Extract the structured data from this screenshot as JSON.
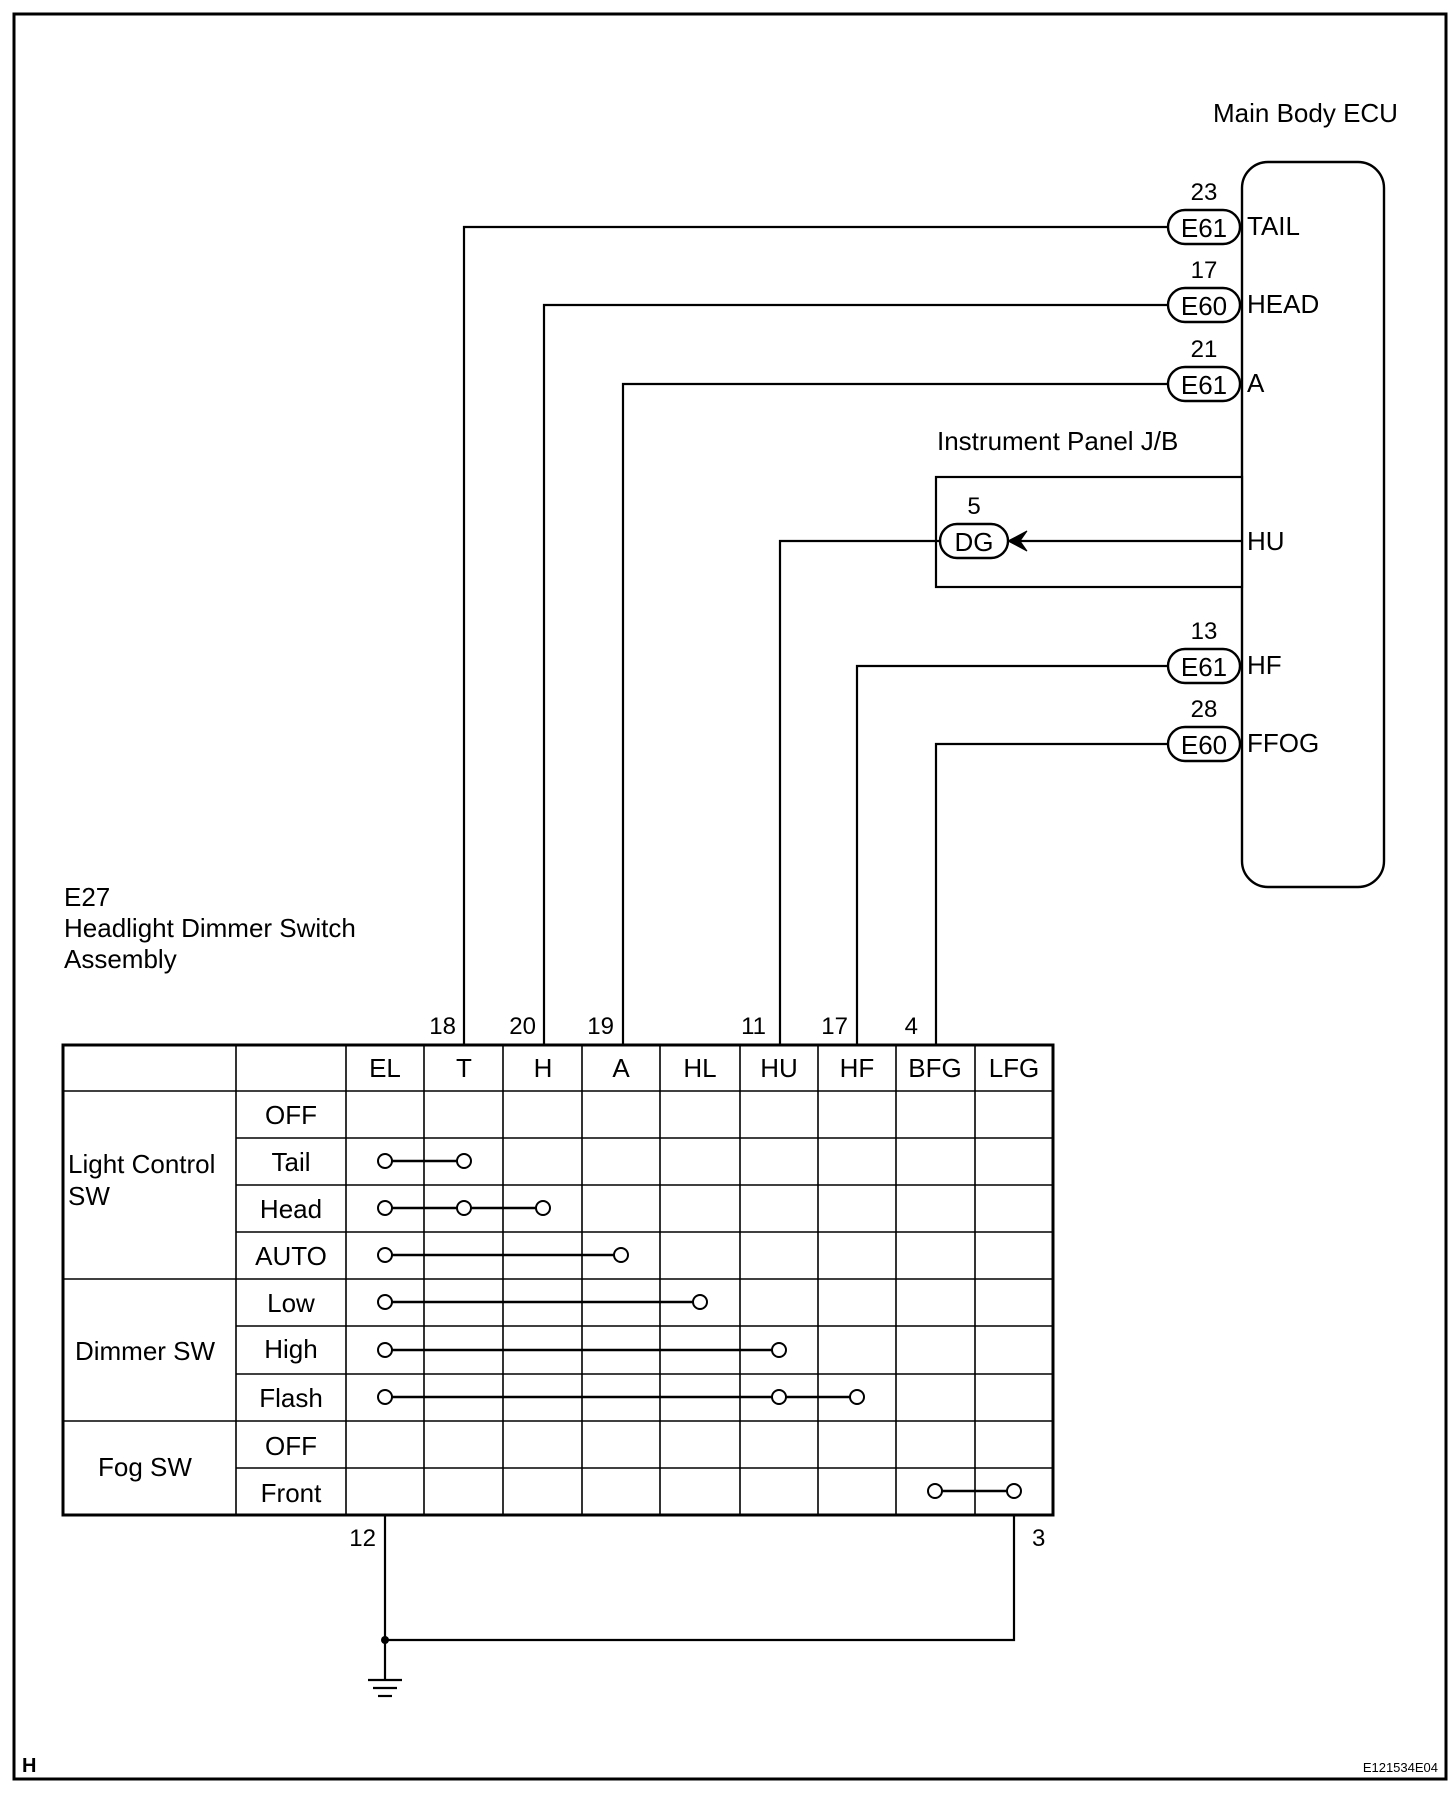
{
  "ecu": {
    "title": "Main Body ECU",
    "pins": [
      {
        "num": "23",
        "conn": "E61",
        "label": "TAIL"
      },
      {
        "num": "17",
        "conn": "E60",
        "label": "HEAD"
      },
      {
        "num": "21",
        "conn": "E61",
        "label": "A"
      },
      {
        "num": "",
        "conn": "",
        "label": "HU"
      },
      {
        "num": "13",
        "conn": "E61",
        "label": "HF"
      },
      {
        "num": "28",
        "conn": "E60",
        "label": "FFOG"
      }
    ]
  },
  "jb": {
    "title": "Instrument Panel J/B",
    "pin_num": "5",
    "conn": "DG"
  },
  "switch_assembly": {
    "code": "E27",
    "name_line1": "Headlight Dimmer Switch",
    "name_line2": "Assembly"
  },
  "terminals": [
    "18",
    "20",
    "19",
    "11",
    "17",
    "4"
  ],
  "table": {
    "columns": [
      "EL",
      "T",
      "H",
      "A",
      "HL",
      "HU",
      "HF",
      "BFG",
      "LFG"
    ],
    "groups": [
      {
        "line1": "Light Control",
        "line2": "SW",
        "rows": [
          "OFF",
          "Tail",
          "Head",
          "AUTO"
        ]
      },
      {
        "line1": "Dimmer SW",
        "line2": "",
        "rows": [
          "Low",
          "High",
          "Flash"
        ]
      },
      {
        "line1": "Fog SW",
        "line2": "",
        "rows": [
          "OFF",
          "Front"
        ]
      }
    ]
  },
  "continuity": [
    {
      "row": "Tail",
      "terminals": [
        "EL",
        "T"
      ]
    },
    {
      "row": "Head",
      "terminals": [
        "EL",
        "T",
        "H"
      ]
    },
    {
      "row": "AUTO",
      "terminals": [
        "EL",
        "A"
      ]
    },
    {
      "row": "Low",
      "terminals": [
        "EL",
        "HL"
      ]
    },
    {
      "row": "High",
      "terminals": [
        "EL",
        "HU"
      ]
    },
    {
      "row": "Flash",
      "terminals": [
        "EL",
        "HU",
        "HF"
      ]
    },
    {
      "row": "Front",
      "terminals": [
        "BFG",
        "LFG"
      ]
    }
  ],
  "ground_terminals": [
    "12",
    "3"
  ],
  "corner_letter": "H",
  "figure_code": "E121534E04"
}
